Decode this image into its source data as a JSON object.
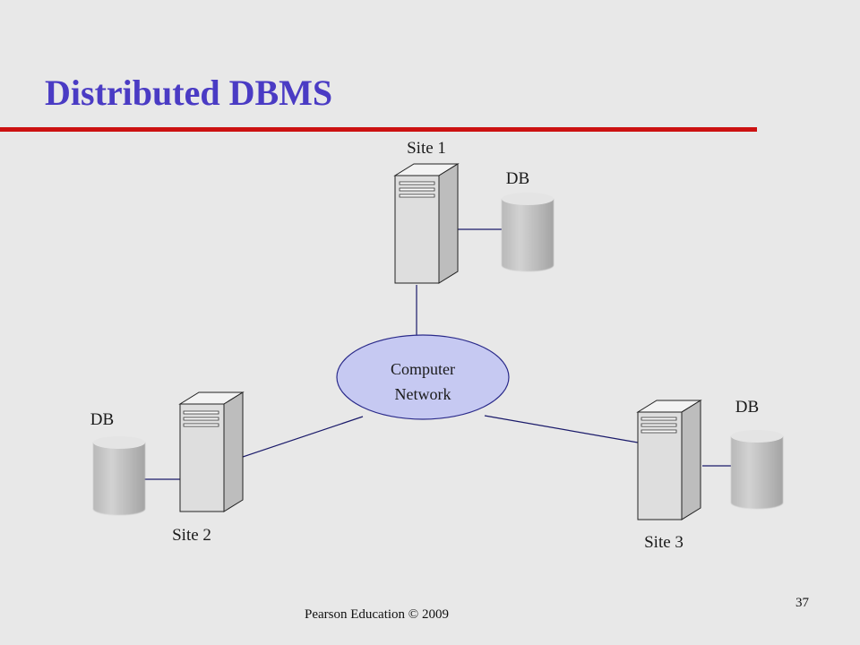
{
  "slide": {
    "title": "Distributed DBMS",
    "footer": "Pearson Education © 2009",
    "page_number": "37"
  },
  "diagram": {
    "network_label_line1": "Computer",
    "network_label_line2": "Network",
    "sites": [
      {
        "label": "Site 1",
        "db_label": "DB"
      },
      {
        "label": "Site 2",
        "db_label": "DB"
      },
      {
        "label": "Site 3",
        "db_label": "DB"
      }
    ]
  },
  "colors": {
    "title": "#4a3bc4",
    "title_rule": "#cc1111",
    "network_fill": "#c6c9f2",
    "network_stroke": "#2a2a8a",
    "connector": "#1a1a6a"
  }
}
